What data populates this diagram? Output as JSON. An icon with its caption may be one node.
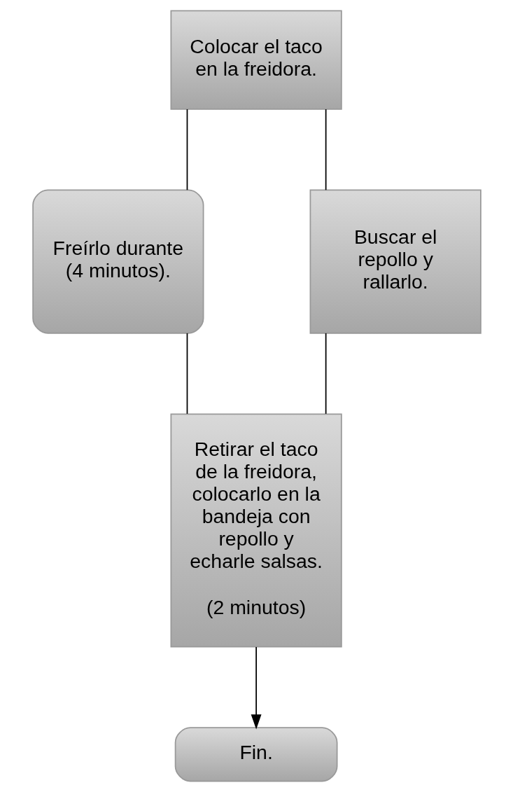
{
  "diagram": {
    "nodes": [
      {
        "text": [
          "Colocar el taco en la freidora."
        ]
      },
      {
        "text": [
          "Freírlo durante (4 minutos)."
        ]
      },
      {
        "text": [
          "Buscar el repollo y rallarlo."
        ]
      },
      {
        "text": [
          "Retirar el taco de la freidora, colocarlo en la bandeja con repollo y echarle salsas.",
          "(2 minutos)"
        ]
      },
      {
        "text": [
          "Fin."
        ]
      }
    ],
    "edges": [
      {
        "from": 0,
        "to": 1,
        "arrow": "none"
      },
      {
        "from": 0,
        "to": 2,
        "arrow": "none"
      },
      {
        "from": 1,
        "to": 3,
        "arrow": "none"
      },
      {
        "from": 2,
        "to": 3,
        "arrow": "none"
      },
      {
        "from": 3,
        "to": 4,
        "arrow": "to"
      }
    ]
  }
}
